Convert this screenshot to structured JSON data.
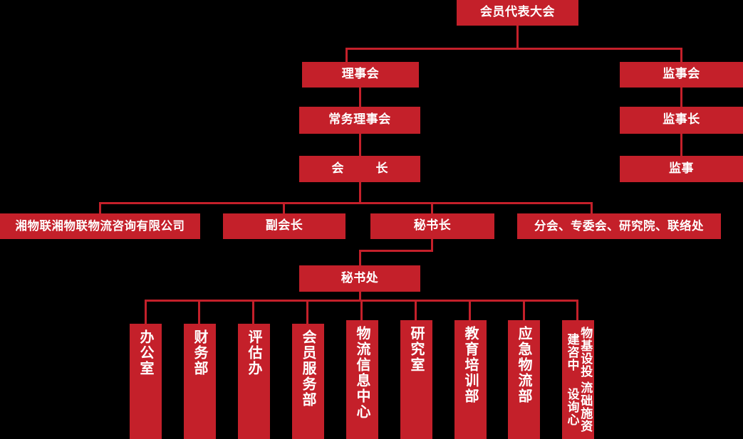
{
  "chart": {
    "title_box": {
      "label": "会员代表大会"
    },
    "theme": {
      "box_color": "#c4202a",
      "line_color": "#c4202a",
      "background": "#000000",
      "text_color": "#ffffff"
    },
    "level2": [
      {
        "label": "理事会"
      },
      {
        "label": "监事会"
      }
    ],
    "level3": [
      {
        "label": "常务理事会"
      },
      {
        "label": "监事长"
      }
    ],
    "level4": [
      {
        "label": "会　长"
      },
      {
        "label": "监事"
      }
    ],
    "level5": [
      {
        "label": "湘物联湘物联物流咨询有限公司"
      },
      {
        "label": "副会长"
      },
      {
        "label": "秘书长"
      },
      {
        "label": "分会、专委会、研究院、联络处"
      }
    ],
    "level6": [
      {
        "label": "秘书处"
      }
    ],
    "departments": [
      {
        "label": "办公室"
      },
      {
        "label": "财务部"
      },
      {
        "label": "评估办"
      },
      {
        "label": "会员服务部"
      },
      {
        "label": "物流信息中心"
      },
      {
        "label": "研究室"
      },
      {
        "label": "教育培训部"
      },
      {
        "label": "应急物流部"
      },
      {
        "label": "物流基础设施投资建设咨询中心",
        "col_a": "物基设投建咨中",
        "col_b": "流础施资设询心"
      }
    ]
  }
}
